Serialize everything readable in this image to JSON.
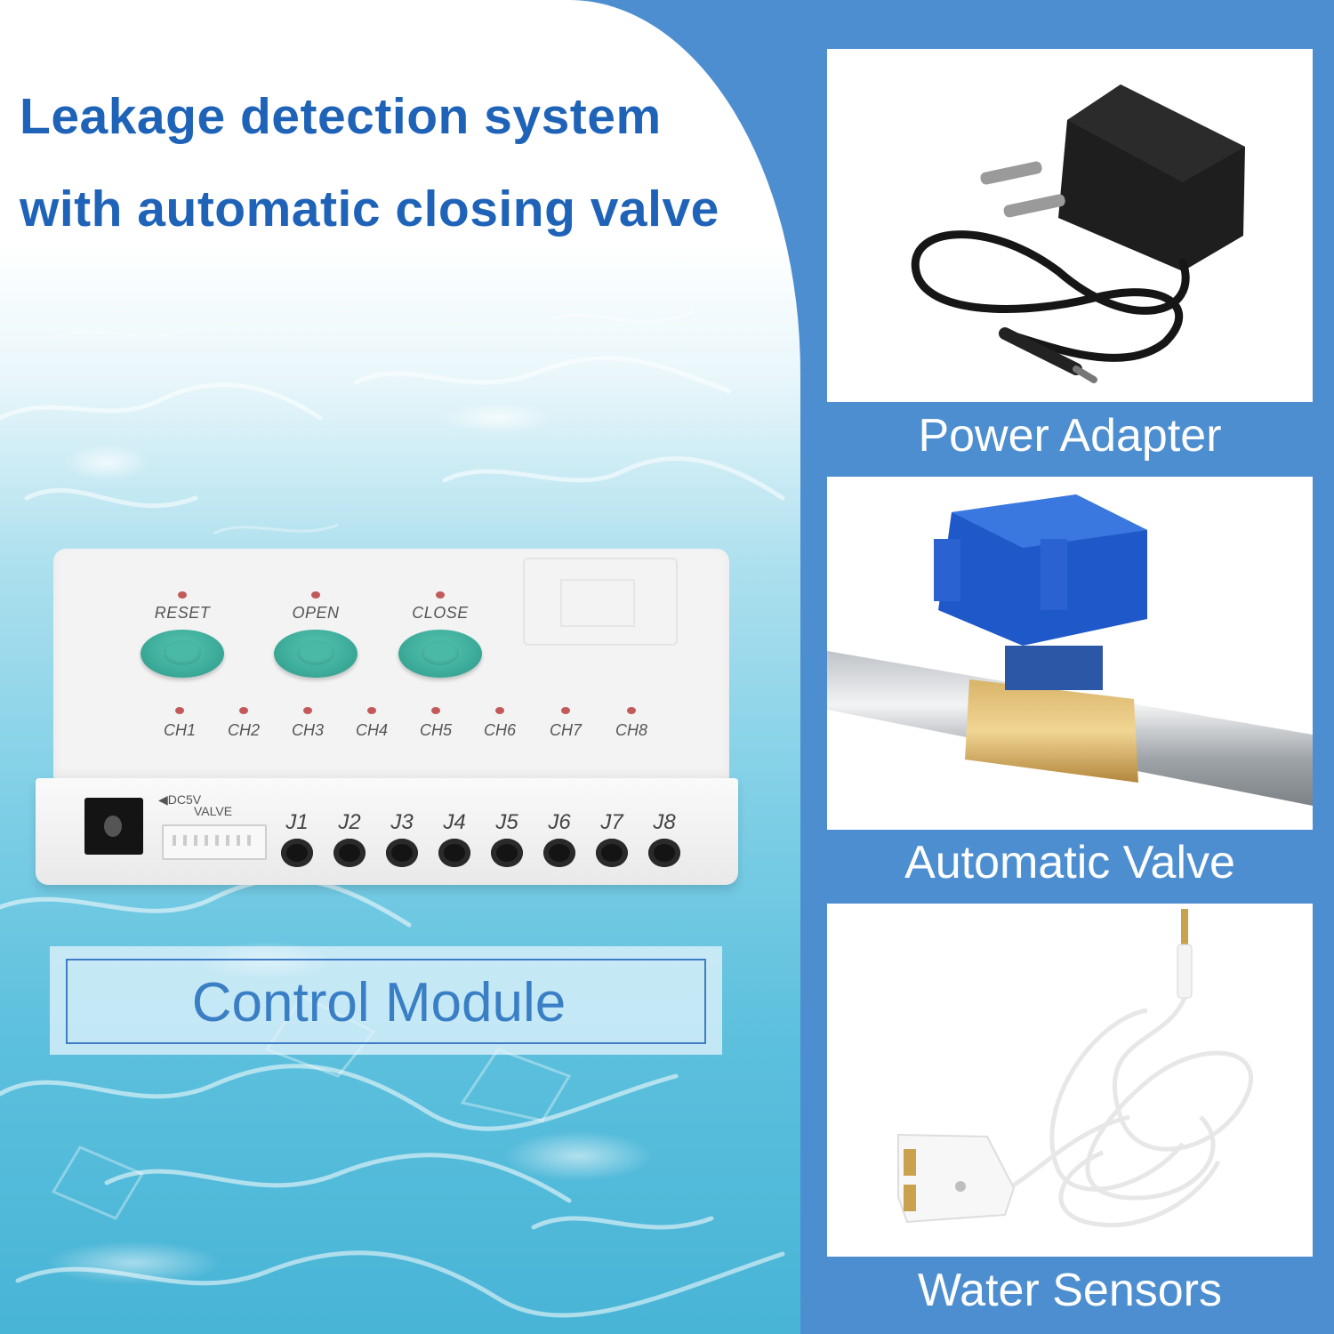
{
  "headline": {
    "line1": "Leakage detection system",
    "line2": "with automatic closing valve"
  },
  "control_module": {
    "buttons": [
      {
        "label": "RESET"
      },
      {
        "label": "OPEN"
      },
      {
        "label": "CLOSE"
      }
    ],
    "channels": [
      "CH1",
      "CH2",
      "CH3",
      "CH4",
      "CH5",
      "CH6",
      "CH7",
      "CH8"
    ],
    "dc_label_line1": "◀DC5V",
    "dc_label_line2": "VALVE",
    "jacks": [
      "J1",
      "J2",
      "J3",
      "J4",
      "J5",
      "J6",
      "J7",
      "J8"
    ],
    "banner_label": "Control Module"
  },
  "products": [
    {
      "caption": "Power Adapter",
      "icon": "power-adapter-icon"
    },
    {
      "caption": "Automatic Valve",
      "icon": "ball-valve-icon"
    },
    {
      "caption": "Water Sensors",
      "icon": "water-sensor-icon"
    }
  ],
  "colors": {
    "headline": "#1f63b8",
    "right_background": "#4d8ed0",
    "button_green": "#3fae9c",
    "banner_text": "#3a7fc6"
  }
}
